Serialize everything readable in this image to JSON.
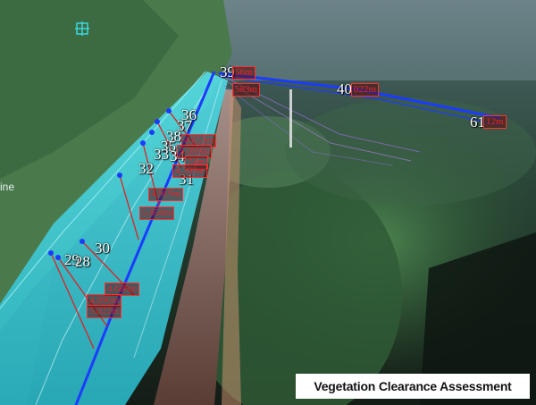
{
  "caption": "Vegetation Clearance Assessment",
  "side_text": "ine",
  "icons": {
    "target": "crosshair-target-icon"
  },
  "colors": {
    "corridor": "#38d6e6",
    "conductor": "#1a3cff",
    "clearance_line": "#e02020",
    "label_text": "#e8222a"
  },
  "tower_tags": [
    "39",
    "40",
    "36",
    "37",
    "38",
    "35",
    "33",
    "34",
    "32",
    "31",
    "30",
    "29",
    "28",
    "61"
  ],
  "clearance_labels": [
    "56m",
    "583m",
    "022m",
    "12m",
    "4.653m",
    "5.099m",
    "74m",
    "4.399m",
    "4.919m",
    "5.050m",
    "4.688m",
    "4.896m",
    "5.022m"
  ]
}
